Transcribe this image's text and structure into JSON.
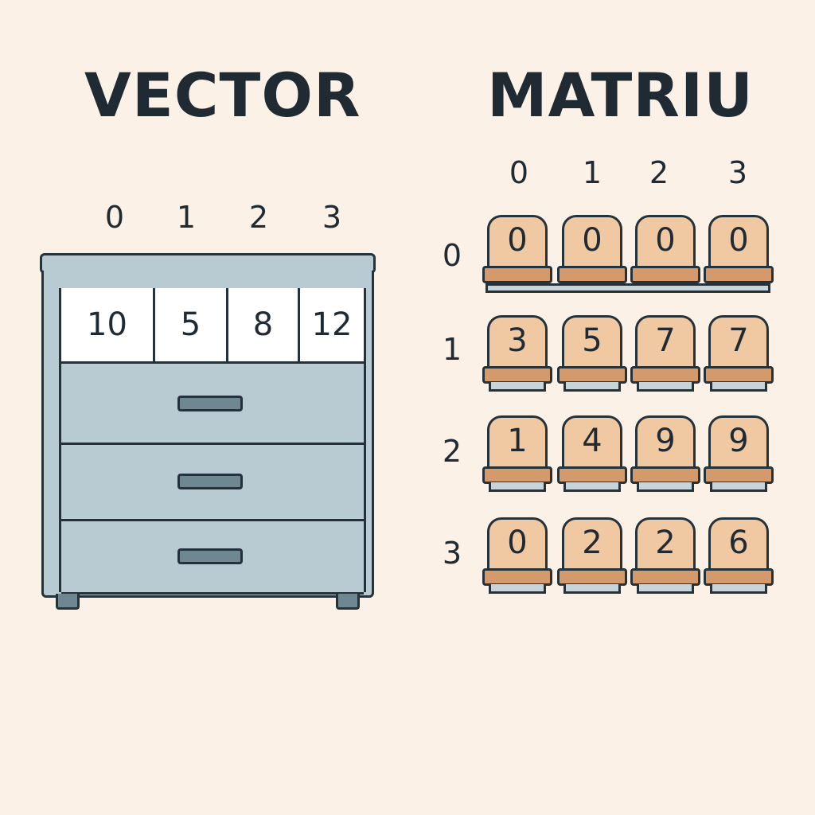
{
  "titles": {
    "vector": "VECTOR",
    "matrix": "MATRIU"
  },
  "vector": {
    "indices": [
      "0",
      "1",
      "2",
      "3"
    ],
    "values": [
      "10",
      "5",
      "8",
      "12"
    ],
    "drawer_count": 3
  },
  "matrix": {
    "col_indices": [
      "0",
      "1",
      "2",
      "3"
    ],
    "row_indices": [
      "0",
      "1",
      "2",
      "3"
    ],
    "rows": [
      [
        "0",
        "0",
        "0",
        "0"
      ],
      [
        "3",
        "5",
        "7",
        "7"
      ],
      [
        "1",
        "4",
        "9",
        "9"
      ],
      [
        "0",
        "2",
        "2",
        "6"
      ]
    ]
  },
  "colors": {
    "background": "#fbf1e7",
    "dresser": "#b8cad2",
    "handle": "#6e8790",
    "seat_back": "#f0c9a2",
    "seat_cushion": "#d59a6c",
    "outline": "#26323a"
  }
}
